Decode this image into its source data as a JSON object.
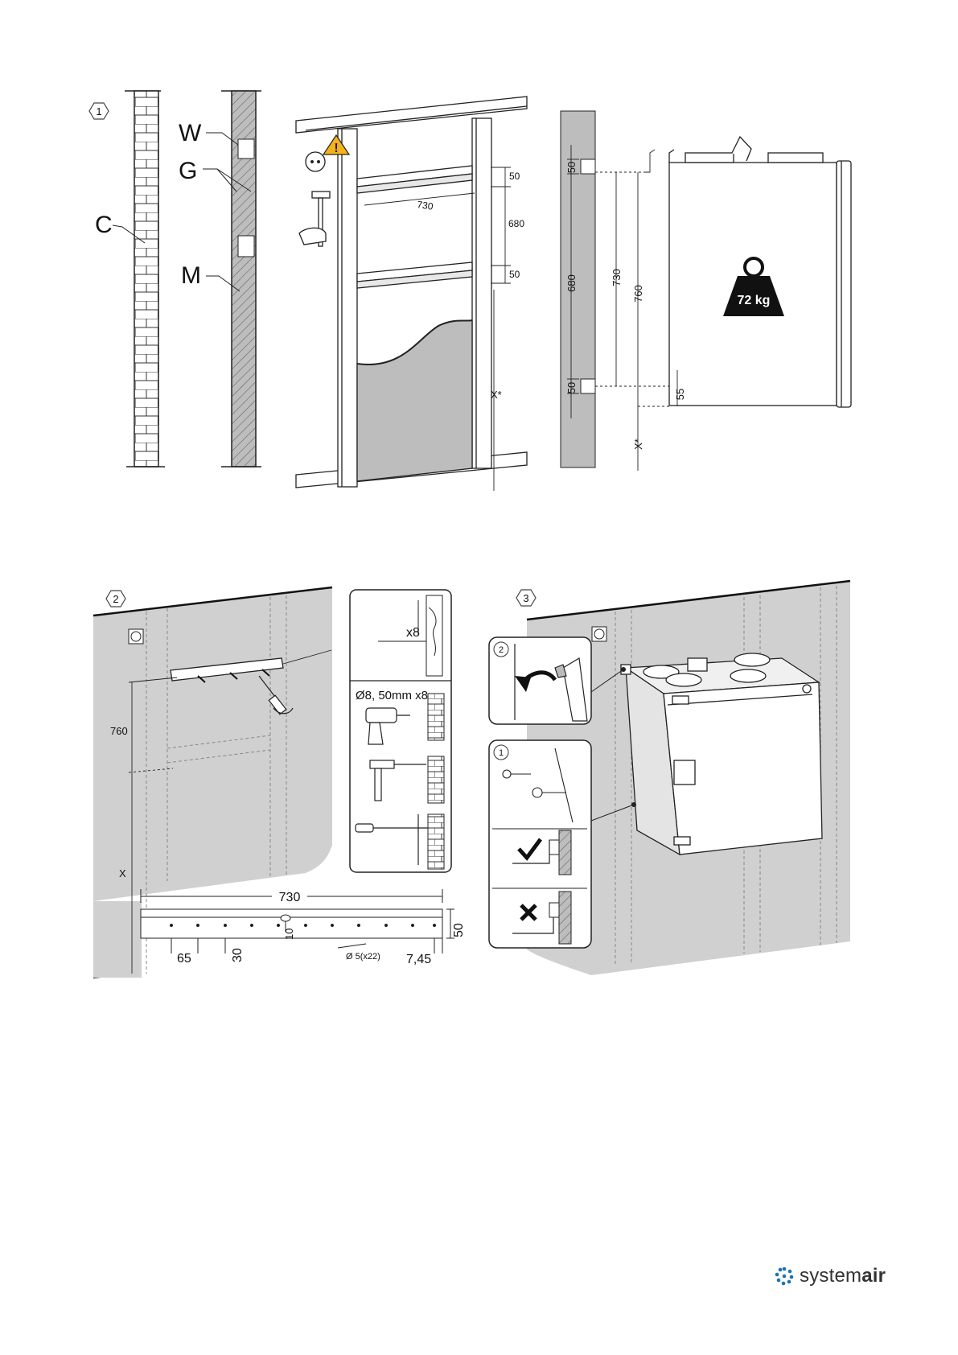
{
  "steps": {
    "s1": "1",
    "s2": "2",
    "s3": "3",
    "sub1": "1",
    "sub2": "2"
  },
  "wall_types": {
    "w": "W",
    "g": "G",
    "c": "C",
    "m": "M"
  },
  "frame_dims": {
    "d50_top": "50",
    "d680": "680",
    "d50_bottom": "50",
    "d730": "730",
    "x": "X*"
  },
  "unit_dims": {
    "d50_top": "50",
    "d680": "680",
    "d50_bottom": "50",
    "d730": "730",
    "d760": "760",
    "d55": "55",
    "x": "X*",
    "weight": "72 kg"
  },
  "mount_dims": {
    "d760": "760",
    "x": "X",
    "screws": "x8",
    "drill": "Ø8, 50mm x8"
  },
  "rail_dims": {
    "length": "730",
    "d65": "65",
    "d30": "30",
    "d10": "10",
    "hole": "Ø 5(x22)",
    "d745": "7,45",
    "d50": "50"
  },
  "brand": {
    "prefix": "system",
    "suffix": "air",
    "color": "#1a73b8"
  },
  "icons": [
    "warning-icon",
    "power-socket-icon",
    "hammer-icon",
    "screwdriver-icon",
    "drill-icon",
    "weight-icon",
    "check-icon",
    "cross-icon",
    "rotate-arrow-icon"
  ]
}
